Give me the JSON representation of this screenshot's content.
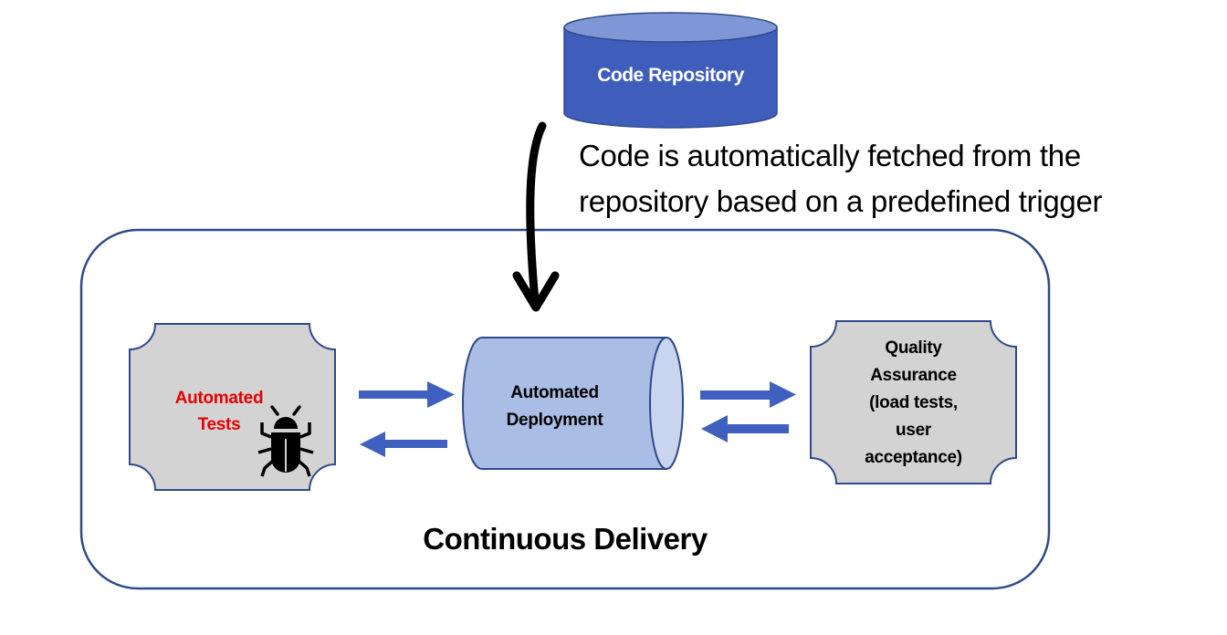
{
  "diagram": {
    "title": "Continuous Delivery",
    "colors": {
      "outline": "#2f4a8a",
      "repo_body": "#3f5dbb",
      "repo_top": "#7f97d6",
      "deploy_body": "#aabde5",
      "deploy_cap": "#c9d5ee",
      "plaque_fill": "#d3d3d3",
      "arrow": "#4060c0",
      "tests_text": "#e60000"
    },
    "nodes": {
      "repository": {
        "label": "Code Repository",
        "shape": "database-cylinder",
        "icon": "database-icon"
      },
      "tests": {
        "label": "Automated Tests",
        "lines": [
          "Automated",
          "Tests"
        ],
        "shape": "plaque",
        "icon": "bug-icon"
      },
      "deployment": {
        "label": "Automated Deployment",
        "lines": [
          "Automated",
          "Deployment"
        ],
        "shape": "horizontal-cylinder"
      },
      "qa": {
        "label": "Quality Assurance (load tests, user acceptance)",
        "lines": [
          "Quality",
          "Assurance",
          "(load tests,",
          "user",
          "acceptance)"
        ],
        "shape": "plaque"
      }
    },
    "annotation": {
      "lines": [
        "Code is automatically fetched from the",
        "repository based on a predefined trigger"
      ]
    },
    "edges": [
      {
        "from": "repository",
        "to": "deployment",
        "style": "curved-black-arrow"
      },
      {
        "from": "tests",
        "to": "deployment",
        "style": "block-arrow"
      },
      {
        "from": "deployment",
        "to": "tests",
        "style": "block-arrow"
      },
      {
        "from": "deployment",
        "to": "qa",
        "style": "block-arrow"
      },
      {
        "from": "qa",
        "to": "deployment",
        "style": "block-arrow"
      }
    ]
  }
}
